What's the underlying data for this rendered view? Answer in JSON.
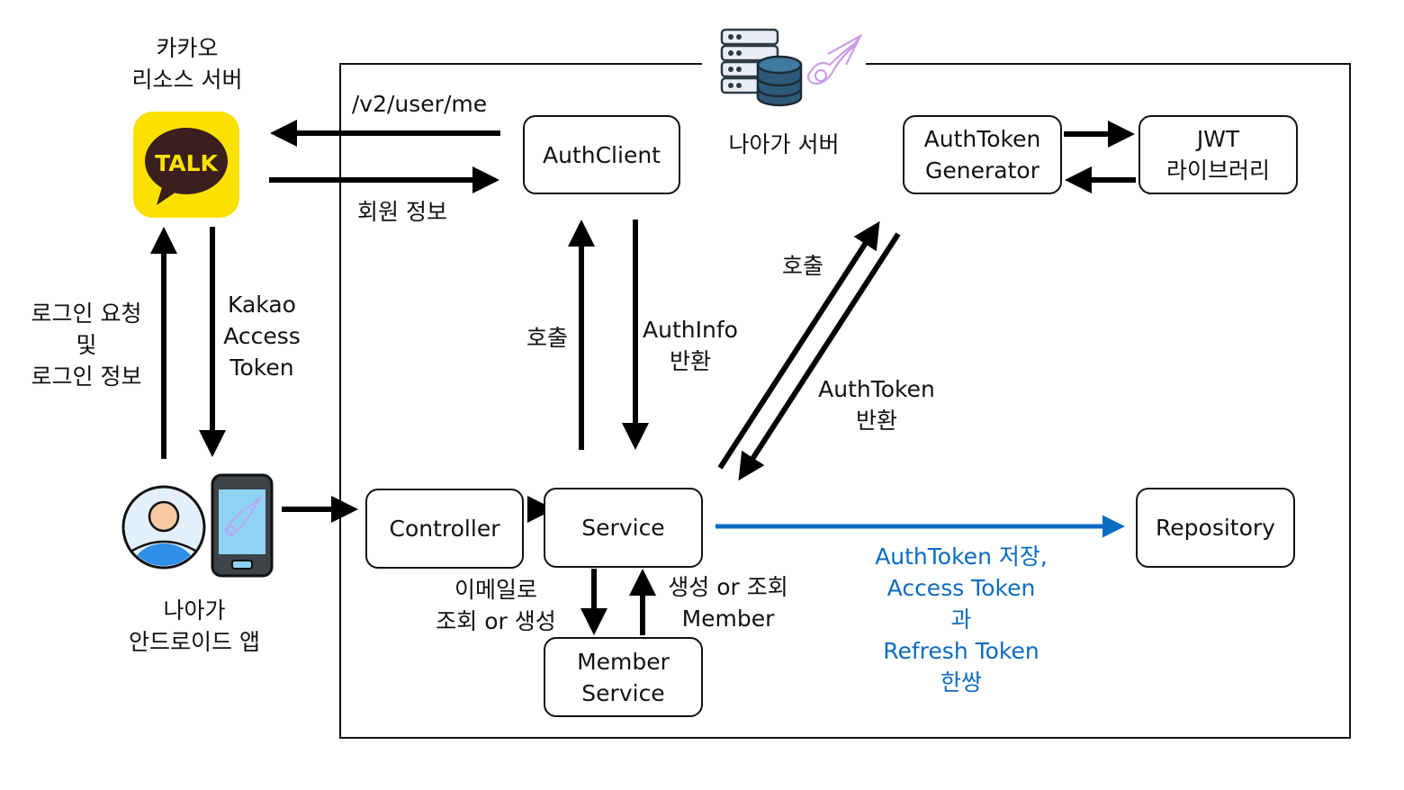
{
  "diagram": {
    "server_title": "나아가 서버",
    "kakao_server": [
      "카카오",
      "리소스 서버"
    ],
    "kakao_talk_logo_text": "TALK",
    "android_app": [
      "나아가",
      "안드로이드 앱"
    ],
    "login_request": [
      "로그인 요청",
      "및",
      "로그인 정보"
    ],
    "kakao_access_token": [
      "Kakao",
      "Access",
      "Token"
    ],
    "api_path": "/v2/user/me",
    "member_info": "회원 정보",
    "call": "호출",
    "authinfo_return": [
      "AuthInfo",
      "반환"
    ],
    "call_token": "호출",
    "authtoken_return": [
      "AuthToken",
      "반환"
    ],
    "lookup_by_email": [
      "이메일로",
      "조회 or 생성"
    ],
    "create_or_lookup": [
      "생성 or 조회",
      "Member"
    ],
    "save_tokens": [
      "AuthToken 저장,",
      "Access Token",
      "과",
      "Refresh Token",
      "한쌍"
    ],
    "boxes": {
      "auth_client": [
        "AuthClient"
      ],
      "auth_token_generator": [
        "AuthToken",
        "Generator"
      ],
      "jwt_library": [
        "JWT",
        "라이브러리"
      ],
      "controller": [
        "Controller"
      ],
      "service": [
        "Service"
      ],
      "member_service": [
        "Member",
        "Service"
      ],
      "repository": [
        "Repository"
      ]
    },
    "colors": {
      "arrow": "#000000",
      "save_arrow": "#0b6bc0",
      "kakao_yellow": "#fae100",
      "kakao_bubble": "#3b1e1e",
      "db_blue": "#2e5a7a"
    }
  }
}
